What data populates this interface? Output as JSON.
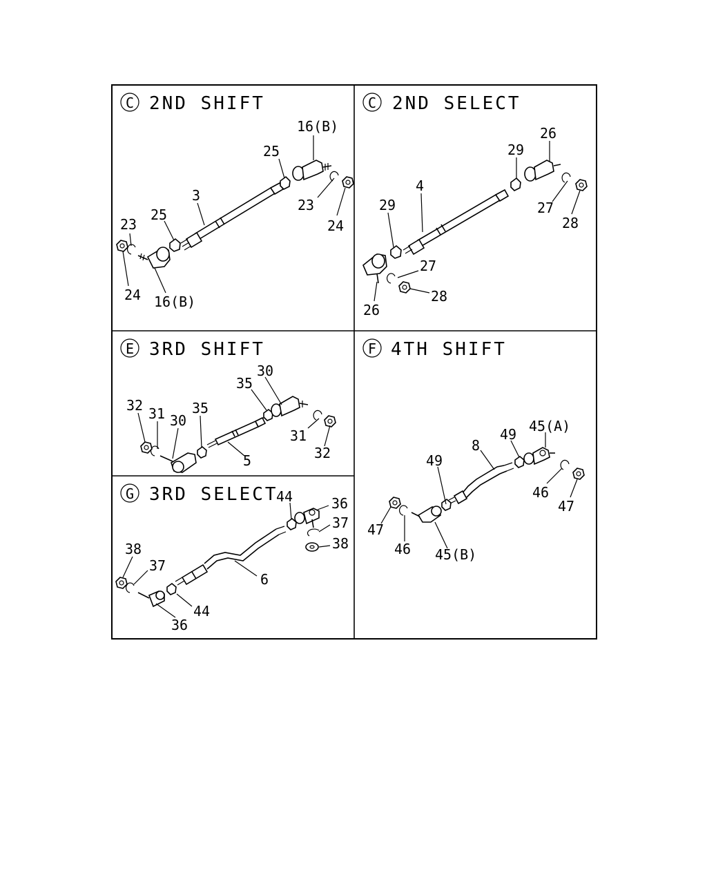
{
  "panels": [
    {
      "id": "p1",
      "circle": "C",
      "title": "2ND SHIFT",
      "labels": [
        "16(B)",
        "25",
        "3",
        "23",
        "24",
        "25",
        "23",
        "24",
        "16(B)"
      ]
    },
    {
      "id": "p2",
      "circle": "C",
      "title": "2ND SELECT",
      "labels": [
        "26",
        "29",
        "4",
        "29",
        "27",
        "28",
        "27",
        "28",
        "26"
      ]
    },
    {
      "id": "p3",
      "circle": "E",
      "title": "3RD SHIFT",
      "labels": [
        "30",
        "35",
        "32",
        "31",
        "30",
        "35",
        "31",
        "32",
        "5"
      ]
    },
    {
      "id": "p4",
      "circle": "F",
      "title": "4TH SHIFT",
      "labels": [
        "45(A)",
        "49",
        "8",
        "49",
        "46",
        "47",
        "47",
        "46",
        "45(B)"
      ]
    },
    {
      "id": "p5",
      "circle": "G",
      "title": "3RD SELECT",
      "labels": [
        "44",
        "36",
        "37",
        "38",
        "38",
        "37",
        "6",
        "44",
        "36"
      ]
    }
  ]
}
